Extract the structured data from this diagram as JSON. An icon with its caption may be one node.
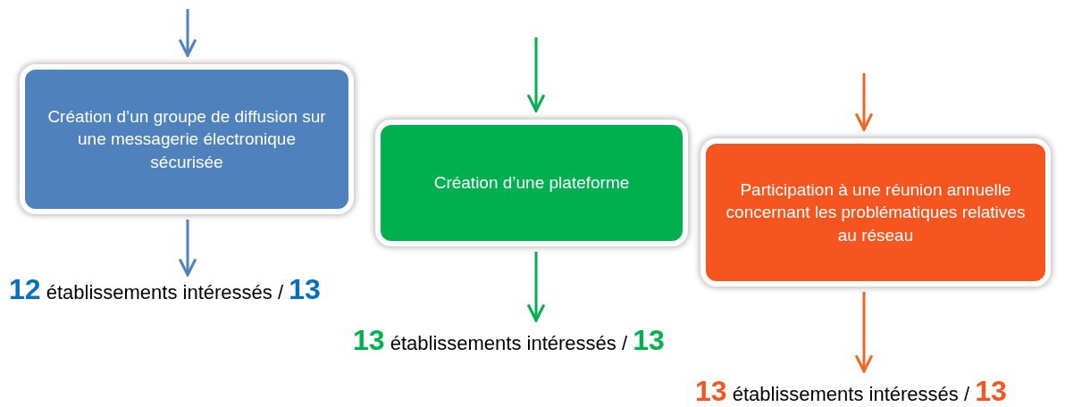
{
  "diagram": {
    "nodes": [
      {
        "text": [
          "Création d’un groupe de diffusion sur une messagerie électronique sécurisée"
        ]
      },
      {
        "text": [
          "Création d’une plateforme"
        ]
      },
      {
        "text": [
          "Participation à une réunion annuelle concernant les problématiques relatives au réseau"
        ]
      },
      {
        "text": [
          "**12** établissements intéressés / **13**"
        ]
      },
      {
        "text": [
          "**13** établissements intéressés / **13**"
        ]
      },
      {
        "text": [
          "**13** établissements intéressés / **13**"
        ]
      }
    ],
    "edges": [
      {
        "from": null,
        "to": 0,
        "arrow": "to",
        "color": "#4f81bd"
      },
      {
        "from": null,
        "to": 1,
        "arrow": "to",
        "color": "#00b050"
      },
      {
        "from": null,
        "to": 2,
        "arrow": "to",
        "color": "#f26522"
      },
      {
        "from": 0,
        "to": 3,
        "arrow": "to",
        "color": "#4f81bd"
      },
      {
        "from": 1,
        "to": 4,
        "arrow": "to",
        "color": "#00b050"
      },
      {
        "from": 2,
        "to": 5,
        "arrow": "to",
        "color": "#f26522"
      }
    ]
  }
}
